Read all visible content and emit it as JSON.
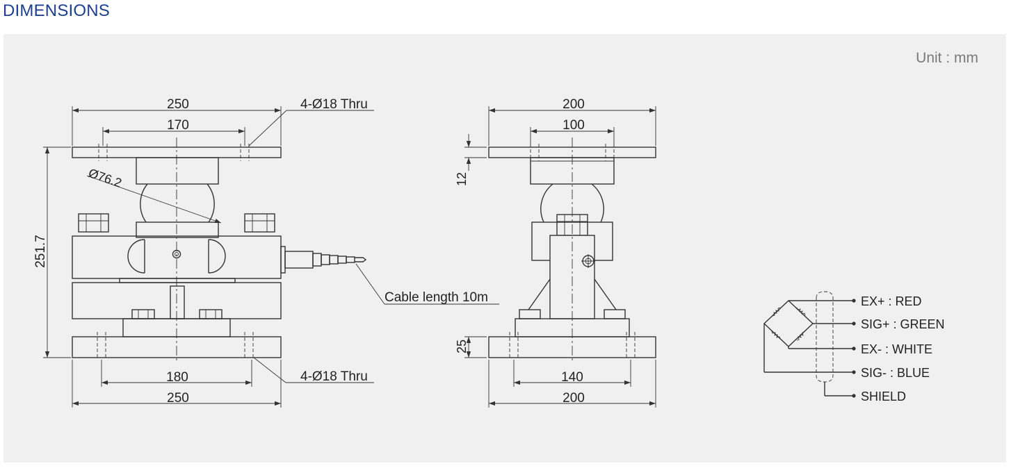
{
  "header": {
    "title": "DIMENSIONS"
  },
  "unit_label": "Unit : mm",
  "front_view": {
    "top_width": "250",
    "top_hole_spacing": "170",
    "top_holes": "4-Ø18 Thru",
    "ball_diameter": "Ø76.2",
    "height": "251.7",
    "cable_note": "Cable length 10m",
    "bottom_hole_spacing": "180",
    "bottom_width": "250",
    "bottom_holes": "4-Ø18 Thru"
  },
  "side_view": {
    "top_width": "200",
    "top_hole_spacing": "100",
    "top_thickness": "12",
    "base_thickness": "25",
    "bottom_hole_spacing": "140",
    "bottom_width": "200"
  },
  "wiring": {
    "wires": [
      "EX+ : RED",
      "SIG+ : GREEN",
      "EX- : WHITE",
      "SIG- : BLUE",
      "SHIELD"
    ]
  },
  "colors": {
    "title": "#1c3f8f",
    "panel": "#f0f0f0",
    "line": "#333333",
    "unit_text": "#7a7a7a"
  }
}
